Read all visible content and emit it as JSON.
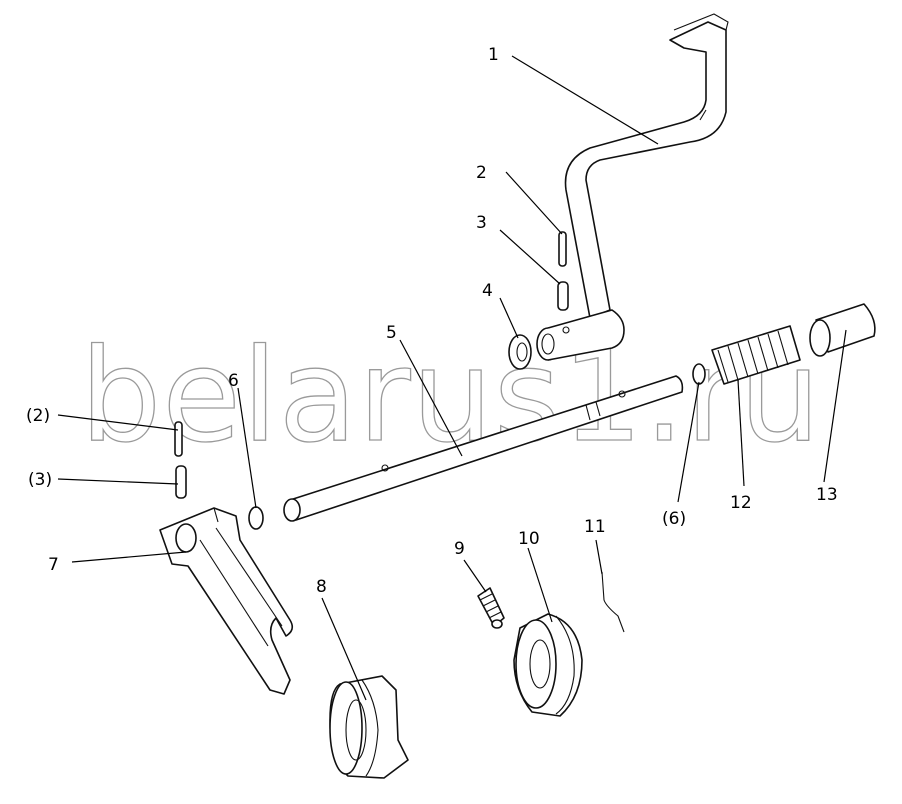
{
  "watermark": "belarus1.ru",
  "callouts": {
    "c1": "1",
    "c2": "2",
    "c3": "3",
    "c4": "4",
    "c5": "5",
    "c6": "6",
    "c2b": "(2)",
    "c3b": "(3)",
    "c7": "7",
    "c8": "8",
    "c9": "9",
    "c10": "10",
    "c11": "11",
    "c6b": "(6)",
    "c12": "12",
    "c13": "13"
  }
}
